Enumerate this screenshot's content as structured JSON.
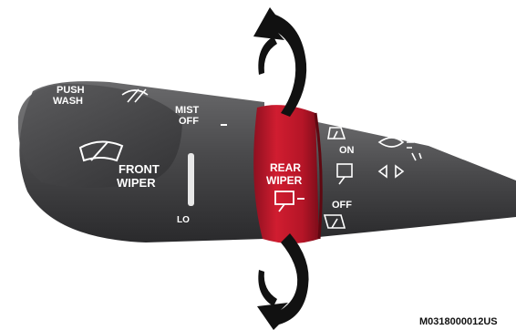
{
  "labels": {
    "push_wash_line1": "PUSH",
    "push_wash_line2": "WASH",
    "mist": "MIST",
    "off_front": "OFF",
    "front_wiper_line1": "FRONT",
    "front_wiper_line2": "WIPER",
    "lo": "LO",
    "rear_wiper_line1": "REAR",
    "rear_wiper_line2": "WIPER",
    "on": "ON",
    "off_rear": "OFF",
    "figure_code": "M0318000012US"
  },
  "icons": {
    "washer": "washer-spray-icon",
    "front_wiper": "windshield-wiper-icon",
    "rear_wiper": "rear-wiper-icon",
    "rear_wiper_on": "rear-wiper-on-icon",
    "rear_wiper_intermittent": "rear-wiper-intermittent-icon",
    "rear_washer": "rear-washer-icon",
    "headlight": "headlight-icon",
    "turn_signal": "turn-signal-arrows-icon",
    "rotate_up": "rotate-arrow-up-icon",
    "rotate_down": "rotate-arrow-down-icon"
  },
  "colors": {
    "stalk": "#4a4a4c",
    "stalk_dark": "#2e2e30",
    "rear_ring": "#c4192b",
    "rear_ring_dark": "#8f1020",
    "arrow": "#111111",
    "text": "#ffffff"
  }
}
